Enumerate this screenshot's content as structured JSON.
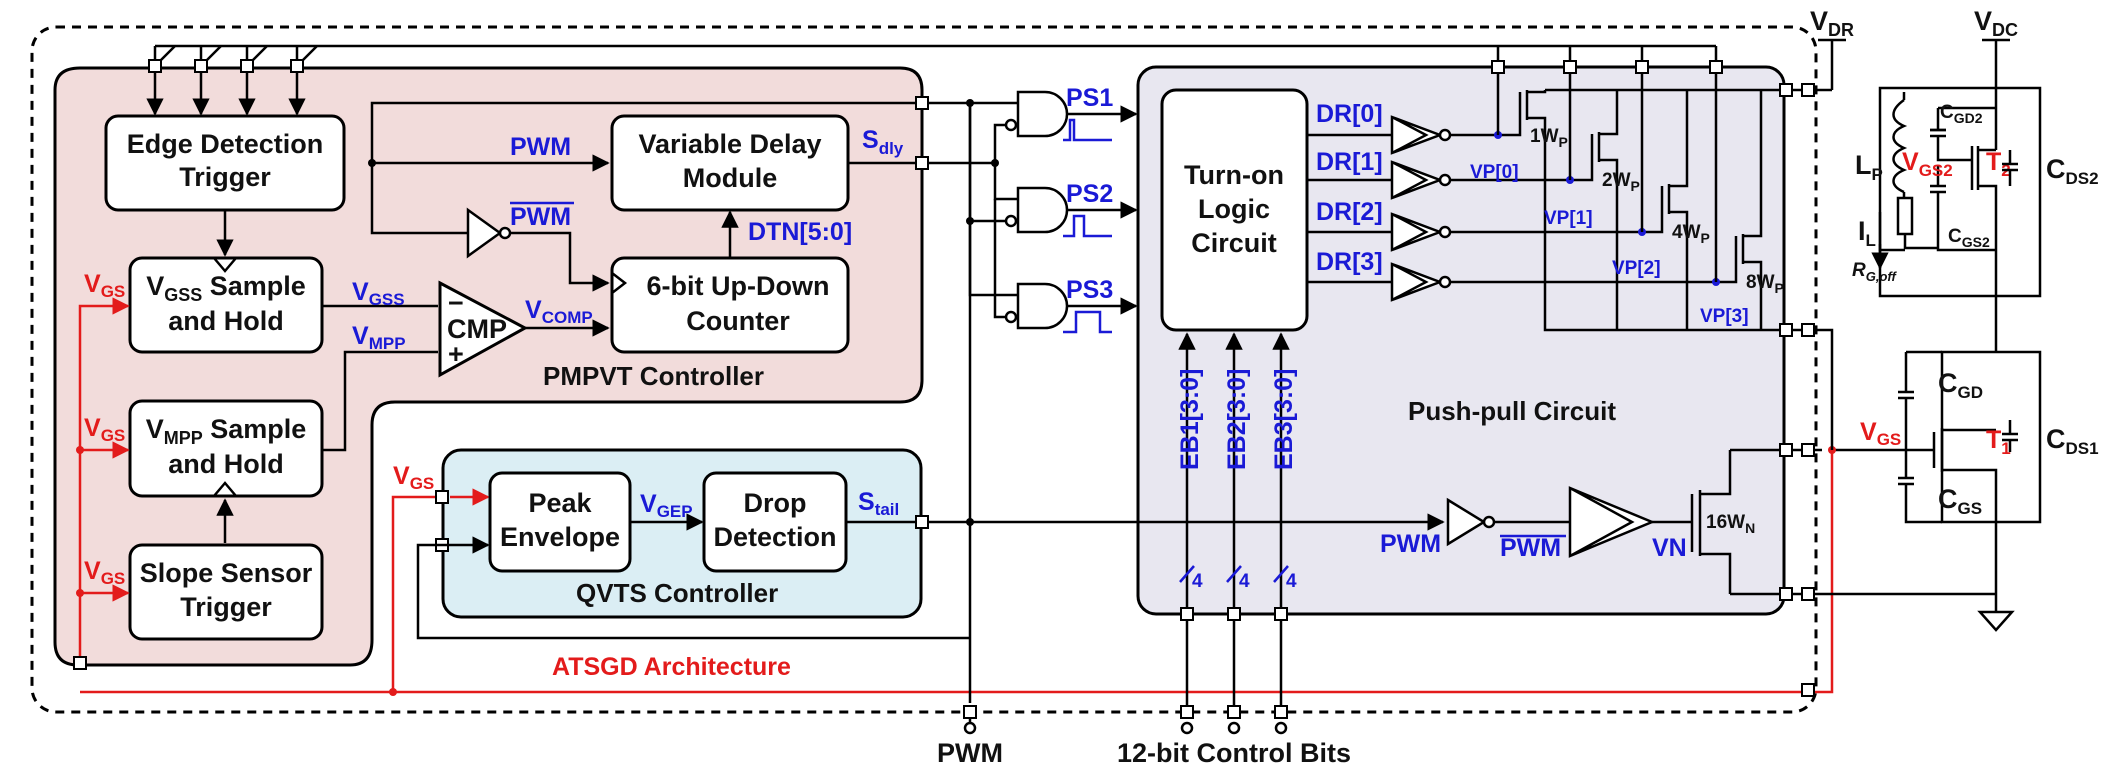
{
  "blocks": {
    "edge_detection": [
      "Edge Detection",
      "Trigger"
    ],
    "vgss_sh": [
      "V",
      "GSS",
      " Sample",
      "and Hold"
    ],
    "vmpp_sh": [
      "V",
      "MPP",
      " Sample",
      "and Hold"
    ],
    "slope_sensor": [
      "Slope Sensor",
      "Trigger"
    ],
    "variable_delay": [
      "Variable Delay",
      "Module"
    ],
    "updown_counter": [
      "6-bit Up-Down",
      "Counter"
    ],
    "cmp": "CMP",
    "peak_envelope": [
      "Peak",
      "Envelope"
    ],
    "drop_detection": [
      "Drop",
      "Detection"
    ],
    "turn_on_logic": [
      "Turn-on",
      "Logic",
      "Circuit"
    ]
  },
  "regions": {
    "pmpvt": "PMPVT Controller",
    "qvts": "QVTS Controller",
    "push_pull": "Push-pull Circuit",
    "atsgd": "ATSGD Architecture"
  },
  "signals": {
    "v": "V",
    "s": "S",
    "gs": "GS",
    "gss": "GSS",
    "mpp": "MPP",
    "comp": "COMP",
    "gep": "GEP",
    "dly": "dly",
    "tail": "tail",
    "pwm": "PWM",
    "pwm_bar": "PWM",
    "dtn": "DTN[5:0]",
    "ps": [
      "PS1",
      "PS2",
      "PS3"
    ],
    "dr": [
      "DR[0]",
      "DR[1]",
      "DR[2]",
      "DR[3]"
    ],
    "vp": [
      "VP[0]",
      "VP[1]",
      "VP[2]",
      "VP[3]"
    ],
    "wp": [
      "1W",
      "2W",
      "4W",
      "8W"
    ],
    "p": "P",
    "wn": "16W",
    "n": "N",
    "vn": "VN",
    "eb": [
      "EB1[3:0]",
      "EB2[3:0]",
      "EB3[3:0]"
    ],
    "bus": "4",
    "plus": "+",
    "minus": "−"
  },
  "power": {
    "vdr": [
      "V",
      "DR"
    ],
    "vdc": [
      "V",
      "DC"
    ],
    "vgs2": [
      "V",
      "GS2"
    ],
    "t1": [
      "T",
      "1"
    ],
    "t2": [
      "T",
      "2"
    ],
    "cgd2": [
      "C",
      "GD2"
    ],
    "cgs2": [
      "C",
      "GS2"
    ],
    "cds2": [
      "C",
      "DS2"
    ],
    "cgd": [
      "C",
      "GD"
    ],
    "cgs": [
      "C",
      "GS"
    ],
    "cds1": [
      "C",
      "DS1"
    ],
    "lp": [
      "L",
      "P"
    ],
    "il": [
      "I",
      "L"
    ],
    "rgoff": [
      "R",
      "G,off"
    ]
  },
  "inputs": {
    "pwm": "PWM",
    "control_bits": "12-bit Control Bits"
  },
  "colors": {
    "signal_blue": "#1a1ad6",
    "vgs_red": "#e31b1b",
    "pmpvt_fill": "#f2dcdb",
    "qvts_fill": "#dbeef4",
    "pushpull_fill": "#e8e7f0"
  }
}
